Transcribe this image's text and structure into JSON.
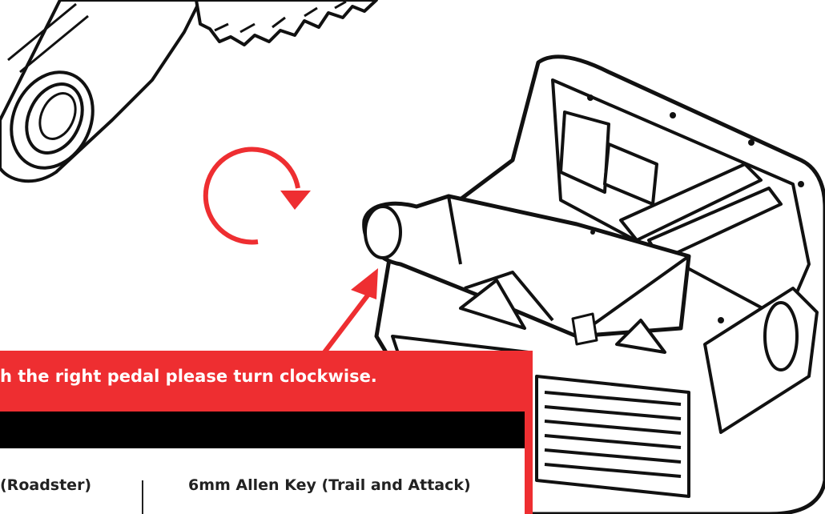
{
  "instruction": {
    "text": "h the right pedal please turn clockwise."
  },
  "tools": {
    "left_label": "(Roadster)",
    "right_label": "6mm Allen Key (Trail and Attack)"
  },
  "colors": {
    "accent": "#ee2e31",
    "bar": "#000000",
    "ink": "#222222"
  },
  "icons": {
    "rotation": "clockwise-arrow-icon",
    "pointer": "pointer-arrow-icon"
  }
}
